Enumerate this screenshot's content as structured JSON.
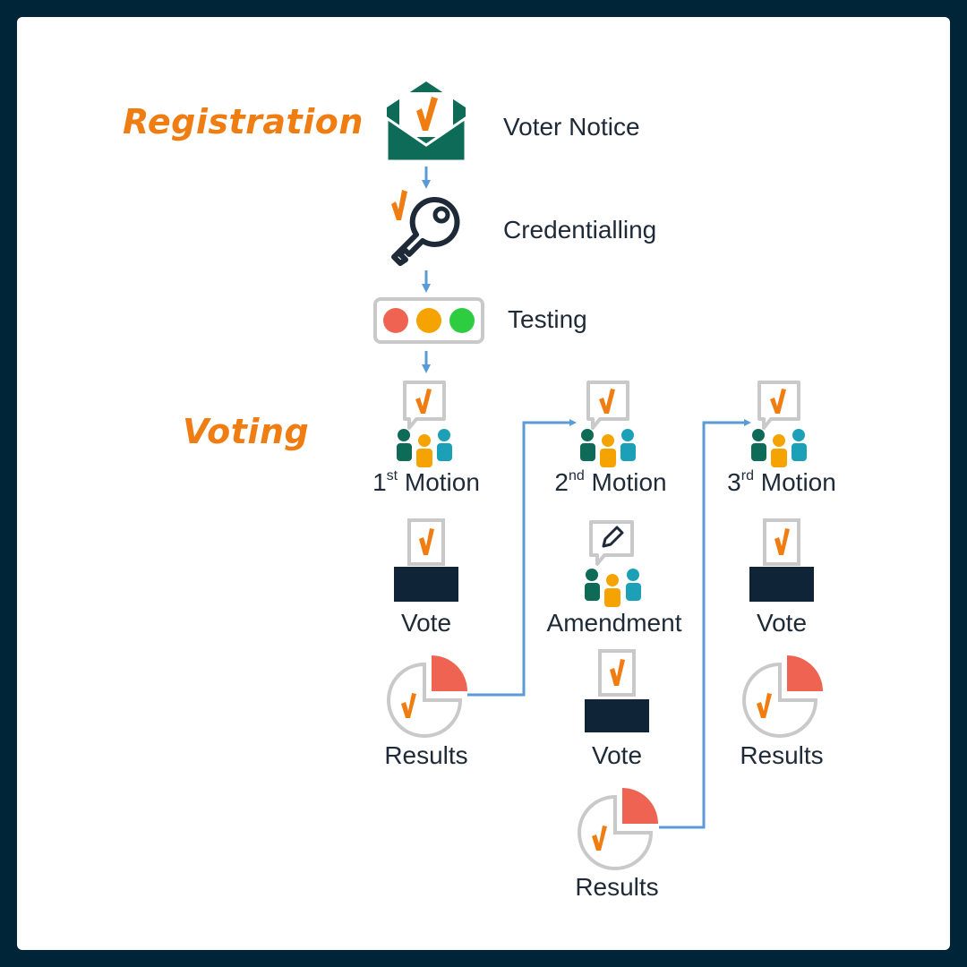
{
  "sections": {
    "registration": "Registration",
    "voting": "Voting"
  },
  "steps": {
    "voter_notice": "Voter Notice",
    "credentialling": "Credentialling",
    "testing": "Testing"
  },
  "motions": {
    "m1": {
      "ord": "1",
      "suffix": "st",
      "word": "Motion"
    },
    "m2": {
      "ord": "2",
      "suffix": "nd",
      "word": "Motion"
    },
    "m3": {
      "ord": "3",
      "suffix": "rd",
      "word": "Motion"
    }
  },
  "labels": {
    "vote": "Vote",
    "results": "Results",
    "amendment": "Amendment"
  },
  "colors": {
    "frame": "#002438",
    "orange": "#f07d12",
    "teal_dark": "#0e6b57",
    "teal": "#1ba0b8",
    "yellow": "#f5a300",
    "navy": "#1e2a38",
    "red": "#ee6352",
    "green": "#2ecc40",
    "gray": "#c9c9c9",
    "arrow": "#5b9bd5"
  },
  "icons": [
    "envelope-check-icon",
    "key-check-icon",
    "traffic-light-icon",
    "speech-people-icon",
    "ballot-box-icon",
    "pie-chart-check-icon",
    "pencil-speech-people-icon"
  ]
}
